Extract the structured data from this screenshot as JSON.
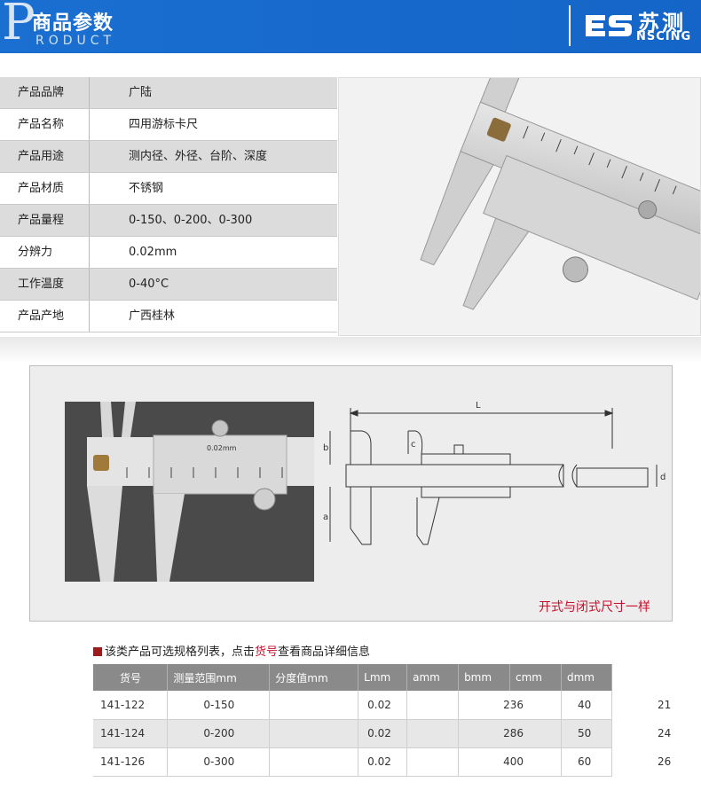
{
  "header": {
    "letter": "P",
    "title": "商品参数",
    "subtitle": "RODUCT",
    "brand_cn": "苏测",
    "brand_en": "NSCING",
    "bg_color": "#1a6fd0"
  },
  "specs": [
    {
      "key": "产品品牌",
      "value": "广陆"
    },
    {
      "key": "产品名称",
      "value": "四用游标卡尺"
    },
    {
      "key": "产品用途",
      "value": "测内径、外径、台阶、深度"
    },
    {
      "key": "产品材质",
      "value": "不锈钢"
    },
    {
      "key": "产品量程",
      "value": "0-150、0-200、0-300"
    },
    {
      "key": "分辨力",
      "value": "0.02mm"
    },
    {
      "key": "工作温度",
      "value": "0-40°C"
    },
    {
      "key": "产品产地",
      "value": "广西桂林"
    }
  ],
  "drawing": {
    "label_L": "L",
    "label_a": "a",
    "label_b": "b",
    "label_c": "c",
    "label_d": "d"
  },
  "note": "开式与闭式尺寸一样",
  "intro": {
    "prefix": "该类产品可选规格列表，点击",
    "link": "货号",
    "suffix": "查看商品详细信息"
  },
  "table": {
    "headers": [
      "货号",
      "测量范围mm",
      "分度值mm",
      "Lmm",
      "amm",
      "bmm",
      "cmm",
      "dmm"
    ],
    "rows": [
      {
        "id": "141-122",
        "range": "0-150",
        "res": "0.02",
        "b": "236",
        "d": "40",
        "extra": "21"
      },
      {
        "id": "141-124",
        "range": "0-200",
        "res": "0.02",
        "b": "286",
        "d": "50",
        "extra": "24"
      },
      {
        "id": "141-126",
        "range": "0-300",
        "res": "0.02",
        "b": "400",
        "d": "60",
        "extra": "26"
      }
    ]
  },
  "colors": {
    "accent_red": "#c8102e",
    "table_header": "#8a8a8a"
  }
}
